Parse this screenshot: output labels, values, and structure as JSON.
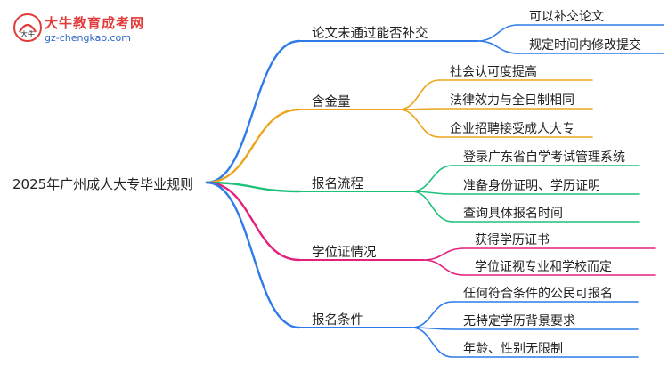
{
  "logo": {
    "title": "大牛教育成考网",
    "url": "gz-chengkao.com",
    "badge_text": "大牛"
  },
  "root": {
    "label": "2025年广州成人大专毕业规则"
  },
  "branches": [
    {
      "label": "论文未通过能否补交",
      "color": "#2f7be8",
      "children": [
        "可以补交论文",
        "规定时间内修改提交"
      ]
    },
    {
      "label": "含金量",
      "color": "#eba51c",
      "children": [
        "社会认可度提高",
        "法律效力与全日制相同",
        "企业招聘接受成人大专"
      ]
    },
    {
      "label": "报名流程",
      "color": "#1fc07a",
      "children": [
        "登录广东省自学考试管理系统",
        "准备身份证明、学历证明",
        "查询具体报名时间"
      ]
    },
    {
      "label": "学位证情况",
      "color": "#e3217d",
      "children": [
        "获得学历证书",
        "学位证视专业和学校而定"
      ]
    },
    {
      "label": "报名条件",
      "color": "#2f7be8",
      "children": [
        "任何符合条件的公民可报名",
        "无特定学历背景要求",
        "年龄、性别无限制"
      ]
    }
  ]
}
